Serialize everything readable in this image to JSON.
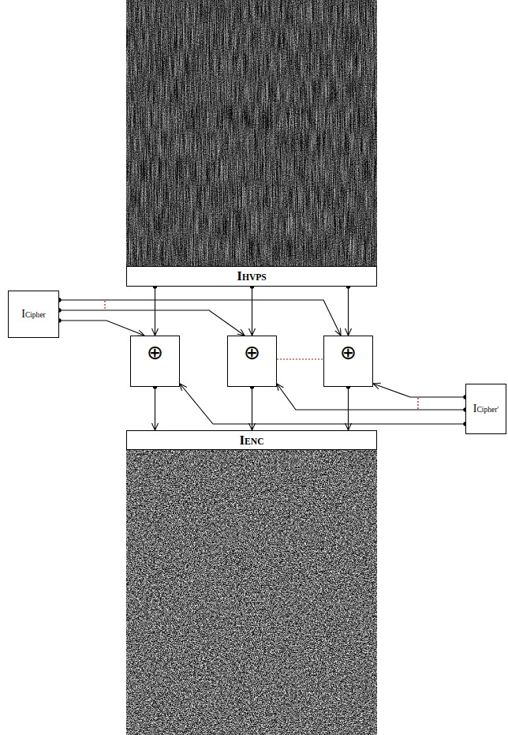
{
  "diagram": {
    "nodes": [
      {
        "text": [
          "I",
          "HVPS"
        ]
      },
      {
        "text": [
          "I",
          "Cipher"
        ]
      },
      {
        "text": [
          "⊕"
        ]
      },
      {
        "text": [
          "⊕"
        ]
      },
      {
        "text": [
          "⊕"
        ]
      },
      {
        "text": [
          "I",
          "Cipher'"
        ]
      },
      {
        "text": [
          "I",
          "ENC"
        ]
      }
    ],
    "edges": [
      {
        "from": 0,
        "to": 2,
        "arrow": "to"
      },
      {
        "from": 0,
        "to": 3,
        "arrow": "to"
      },
      {
        "from": 0,
        "to": 4,
        "arrow": "to"
      },
      {
        "from": 1,
        "to": 2,
        "arrow": "to"
      },
      {
        "from": 1,
        "to": 3,
        "arrow": "to"
      },
      {
        "from": 1,
        "to": 4,
        "arrow": "to"
      },
      {
        "from": 5,
        "to": 2,
        "arrow": "to"
      },
      {
        "from": 5,
        "to": 3,
        "arrow": "to"
      },
      {
        "from": 5,
        "to": 4,
        "arrow": "to"
      },
      {
        "from": 2,
        "to": 6,
        "arrow": "to"
      },
      {
        "from": 3,
        "to": 6,
        "arrow": "to"
      },
      {
        "from": 4,
        "to": 6,
        "arrow": "to"
      }
    ]
  }
}
